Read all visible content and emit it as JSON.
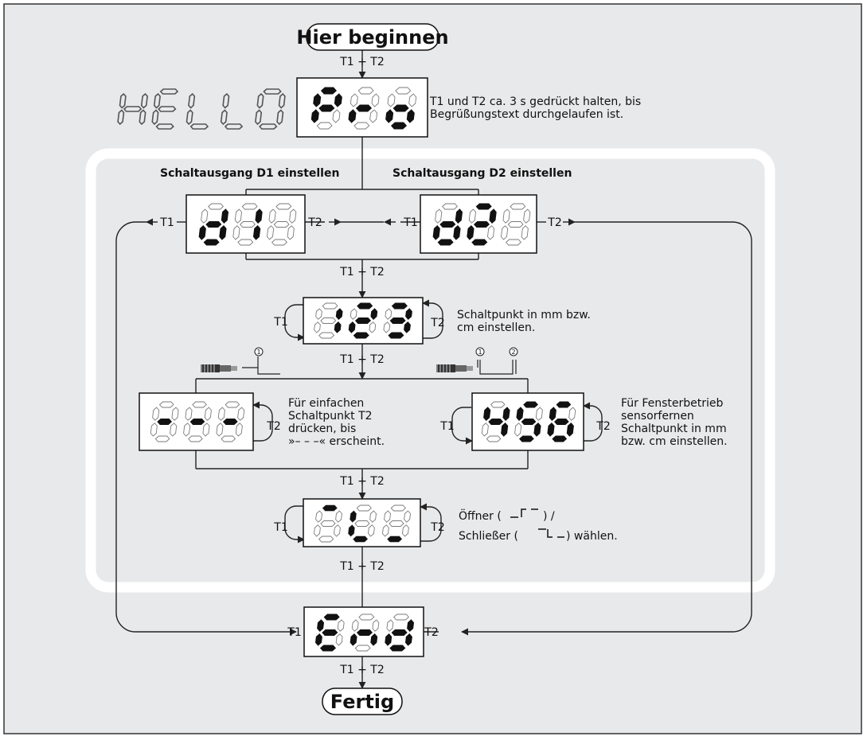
{
  "start_label": "Hier beginnen",
  "end_label": "Fertig",
  "hello_text": "HELLO",
  "keys": {
    "t1": "T1",
    "t2": "T2",
    "both": "T1 + T2"
  },
  "headings": {
    "d1": "Schaltausgang D1 einstellen",
    "d2": "Schaltausgang D2 einstellen"
  },
  "displays": {
    "pro": "Pro",
    "d1": "d1",
    "d2": "d2",
    "setpoint": "123",
    "single": "---",
    "window": "456",
    "mode": "",
    "end": "End"
  },
  "notes": {
    "pro": [
      "T1 und T2 ca. 3 s gedrückt halten, bis",
      "Begrüßungstext durchgelaufen ist."
    ],
    "setpoint": [
      "Schaltpunkt in mm bzw.",
      "cm einstellen."
    ],
    "single": [
      "Für einfachen",
      "Schaltpunkt T2",
      "drücken, bis",
      "»– – –« erscheint."
    ],
    "window": [
      "Für Fensterbetrieb",
      "sensorfernen",
      "Schaltpunkt in mm",
      "bzw. cm einstellen."
    ],
    "mode_open": "Öffner (",
    "mode_open_end": ") /",
    "mode_close": "Schließer (",
    "mode_close_end": ") wählen."
  },
  "signal_markers": {
    "one": "1",
    "two": "2"
  },
  "colors": {
    "background": "#e8e9ea",
    "panel": "#ffffff",
    "line": "#222222",
    "segment_on": "#111111",
    "segment_off": "#ffffff",
    "segment_outline": "#7a7a7a"
  }
}
